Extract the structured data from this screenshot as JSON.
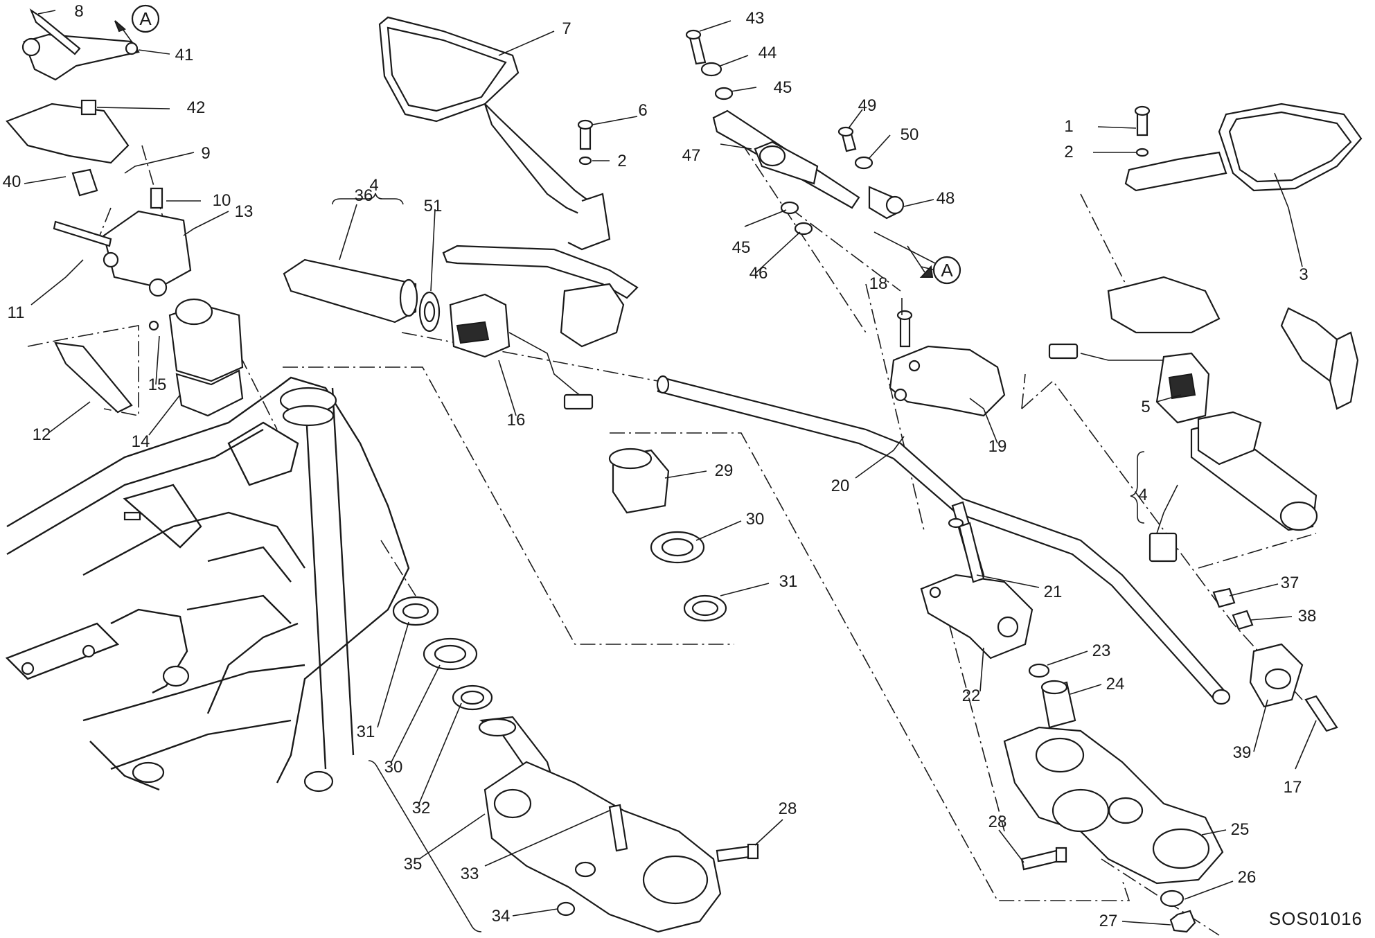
{
  "diagram": {
    "drawing_code": "SOS01016",
    "reference_marker": "A",
    "callouts": [
      "1",
      "2",
      "3",
      "4",
      "5",
      "6",
      "7",
      "8",
      "9",
      "10",
      "11",
      "12",
      "13",
      "14",
      "15",
      "16",
      "17",
      "18",
      "19",
      "20",
      "21",
      "22",
      "23",
      "24",
      "25",
      "26",
      "27",
      "28",
      "29",
      "30",
      "31",
      "32",
      "33",
      "34",
      "35",
      "36",
      "37",
      "38",
      "39",
      "40",
      "41",
      "42",
      "43",
      "44",
      "45",
      "46",
      "47",
      "48",
      "49",
      "50",
      "51"
    ]
  }
}
